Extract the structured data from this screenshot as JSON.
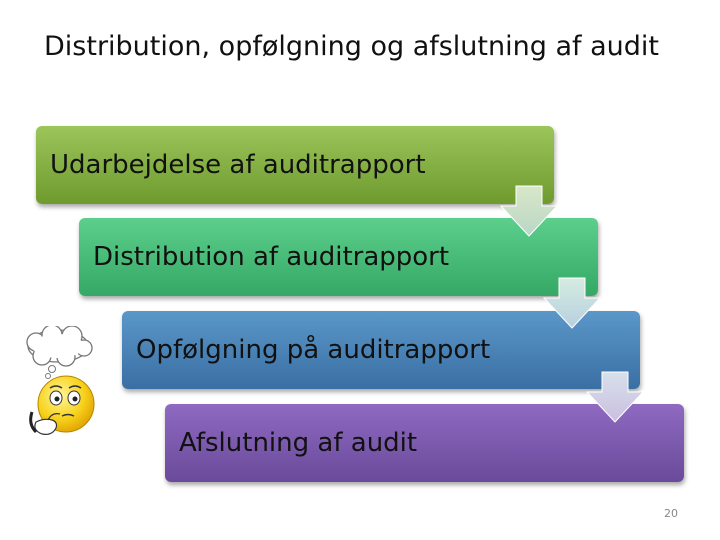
{
  "slide": {
    "title": "Distribution, opfølgning og afslutning af audit",
    "page_number": "20"
  },
  "steps": [
    {
      "label": "Udarbejdelse af auditrapport",
      "color_top": "#9cc55a",
      "color_bottom": "#6e9a2e"
    },
    {
      "label": "Distribution af auditrapport",
      "color_top": "#5dcf8c",
      "color_bottom": "#36a866"
    },
    {
      "label": "Opfølgning på auditrapport",
      "color_top": "#5b97c9",
      "color_bottom": "#3a6fa3"
    },
    {
      "label": "Afslutning af audit",
      "color_top": "#8e6ac1",
      "color_bottom": "#6a4a9a"
    }
  ],
  "icons": {
    "flow_arrow": "chevron-down-arrow-icon",
    "thinker": "thinking-smiley-icon"
  }
}
